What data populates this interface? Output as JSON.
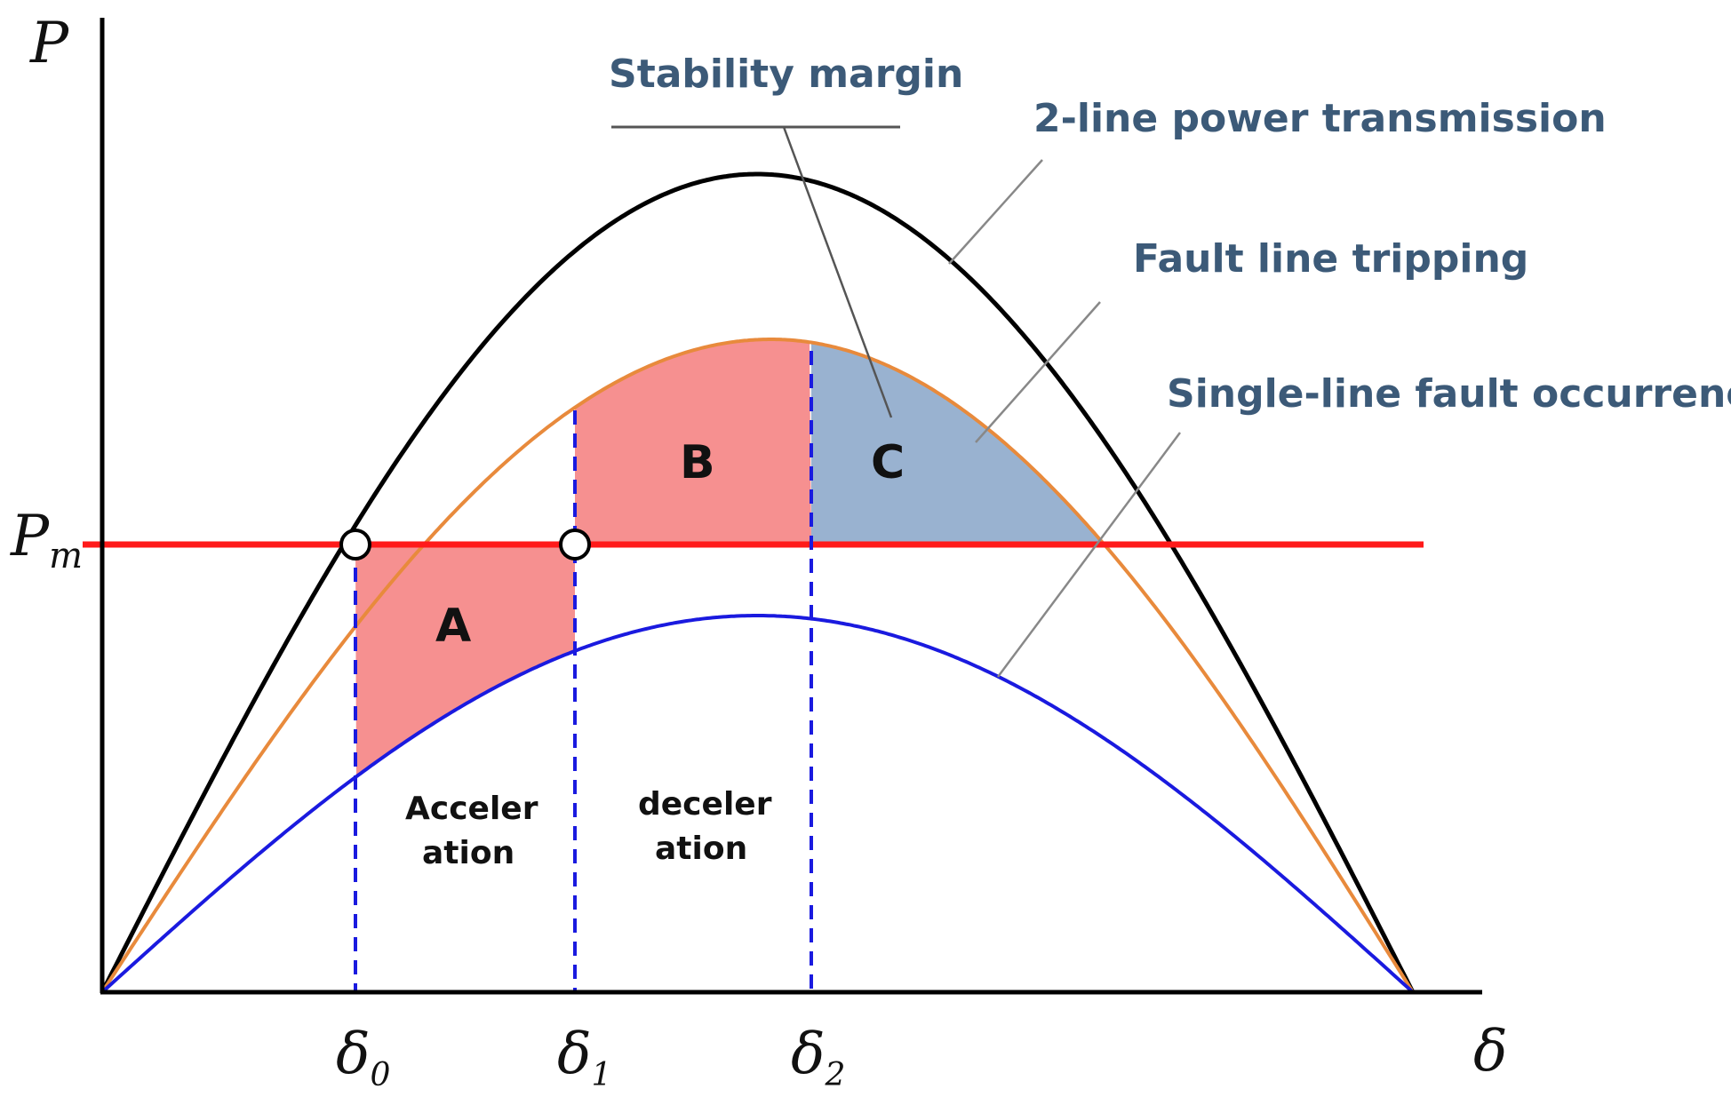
{
  "labels": {
    "y_axis": "P",
    "pm": "P",
    "pm_sub": "m",
    "x_axis": "δ",
    "delta0": "δ",
    "delta0_sub": "0",
    "delta1": "δ",
    "delta1_sub": "1",
    "delta2": "δ",
    "delta2_sub": "2",
    "stability_margin": "Stability margin",
    "two_line": "2-line power transmission",
    "fault_tripping": "Fault line tripping",
    "single_fault": "Single-line fault occurrence",
    "area_a": "A",
    "area_b": "B",
    "area_c": "C",
    "accel_1": "Acceler",
    "accel_2": "ation",
    "decel_1": "deceler",
    "decel_2": "ation"
  },
  "colors": {
    "two_line_curve": "#000000",
    "fault_tripping_curve": "#e88a3c",
    "single_fault_curve": "#1a1adf",
    "pm_line": "#ff1a1a",
    "area_ab_fill": "#f47c7c",
    "area_c_fill": "#8eaacb",
    "dashed_lines": "#1a1adf",
    "label_text": "#3c5a78"
  }
}
